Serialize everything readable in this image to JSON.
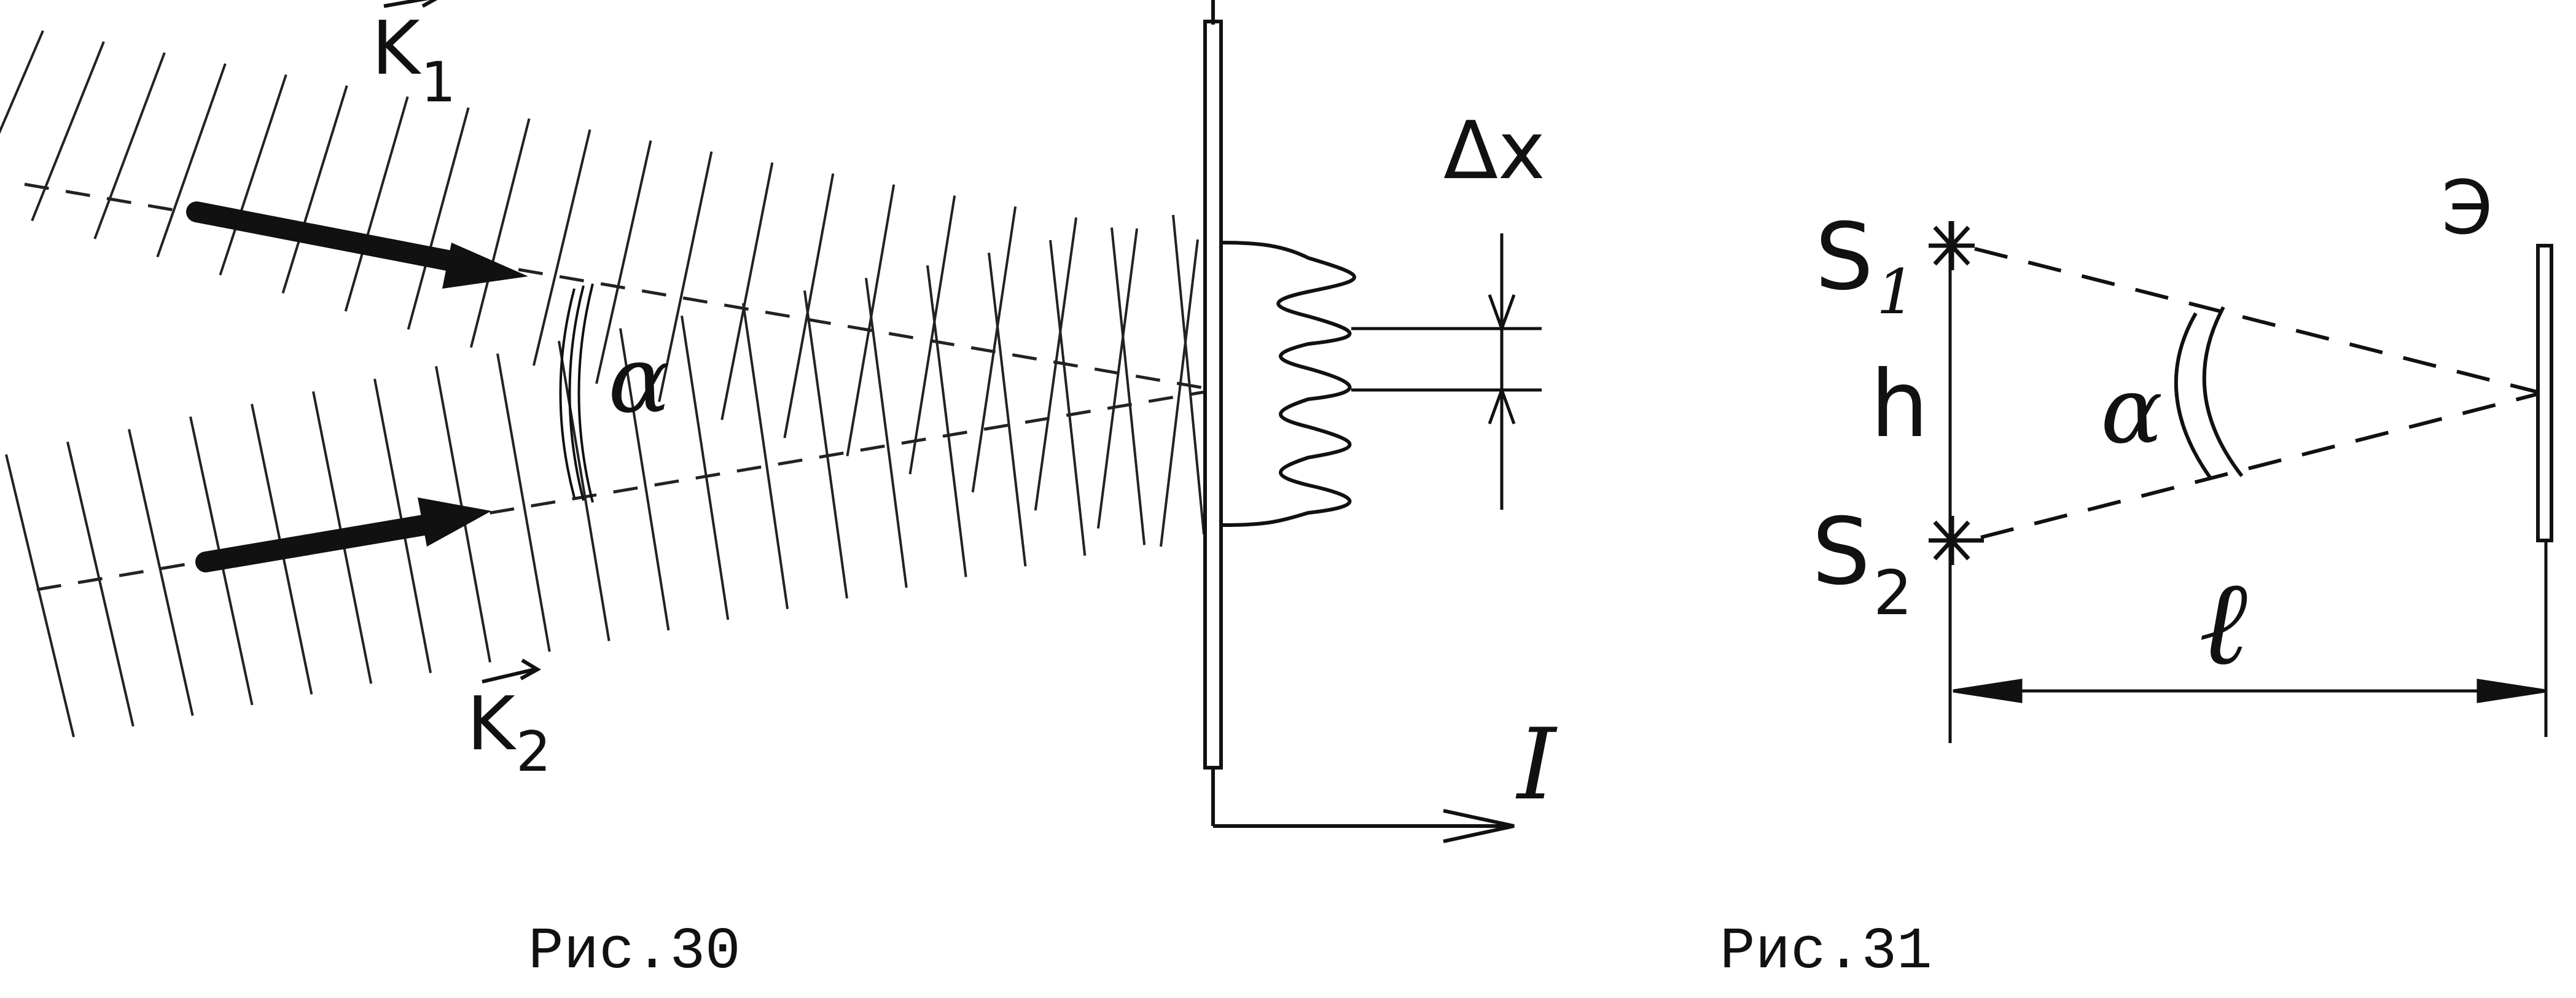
{
  "figures": [
    {
      "caption": "Рис.30",
      "labels": {
        "k1": "K",
        "k1_sub": "1",
        "k2": "K",
        "k2_sub": "2",
        "dx": "Δx",
        "alpha": "α",
        "intensity": "I"
      }
    },
    {
      "caption": "Рис.31",
      "labels": {
        "s1": "S",
        "s1_sub": "1",
        "s2": "S",
        "s2_sub": "2",
        "h": "h",
        "alpha": "α",
        "screen": "Э",
        "l": "ℓ"
      }
    }
  ]
}
